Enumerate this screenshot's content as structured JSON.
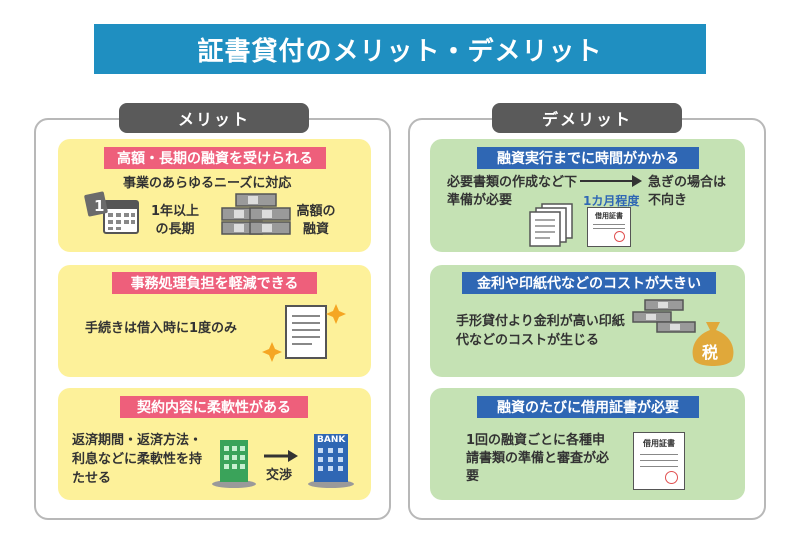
{
  "title": "証書貸付のメリット・デメリット",
  "merit": {
    "label": "メリット",
    "cards": [
      {
        "caption": "高額・長期の融資を受けられる",
        "subtitle": "事業のあらゆるニーズに対応",
        "long_term": "1年以上の長期",
        "large_amount": "高額の融資",
        "calendar_digit": "1"
      },
      {
        "caption": "事務処理負担を軽減できる",
        "text": "手続きは借入時に1度のみ"
      },
      {
        "caption": "契約内容に柔軟性がある",
        "text": "返済期間・返済方法・利息などに柔軟性を持たせる",
        "negotiate": "交渉",
        "bank_sign": "BANK"
      }
    ]
  },
  "demerit": {
    "label": "デメリット",
    "cards": [
      {
        "caption": "融資実行までに時間がかかる",
        "left_text": "必要書類の作成など下準備が必要",
        "arrow_label": "1カ月程度",
        "right_text": "急ぎの場合は不向き",
        "doc_title": "借用証書"
      },
      {
        "caption": "金利や印紙代などのコストが大きい",
        "text": "手形貸付より金利が高い印紙代などのコストが生じる",
        "tax_label": "税"
      },
      {
        "caption": "融資のたびに借用証書が必要",
        "text": "1回の融資ごとに各種申請書類の準備と審査が必要",
        "doc_title": "借用証書"
      }
    ]
  },
  "colors": {
    "title_bg": "#1f8fc1",
    "merit_card": "#fdf19a",
    "demerit_card": "#c5e2b4",
    "merit_caption": "#ee5f7b",
    "demerit_caption": "#2f67b4",
    "tab": "#5a5a5a"
  }
}
